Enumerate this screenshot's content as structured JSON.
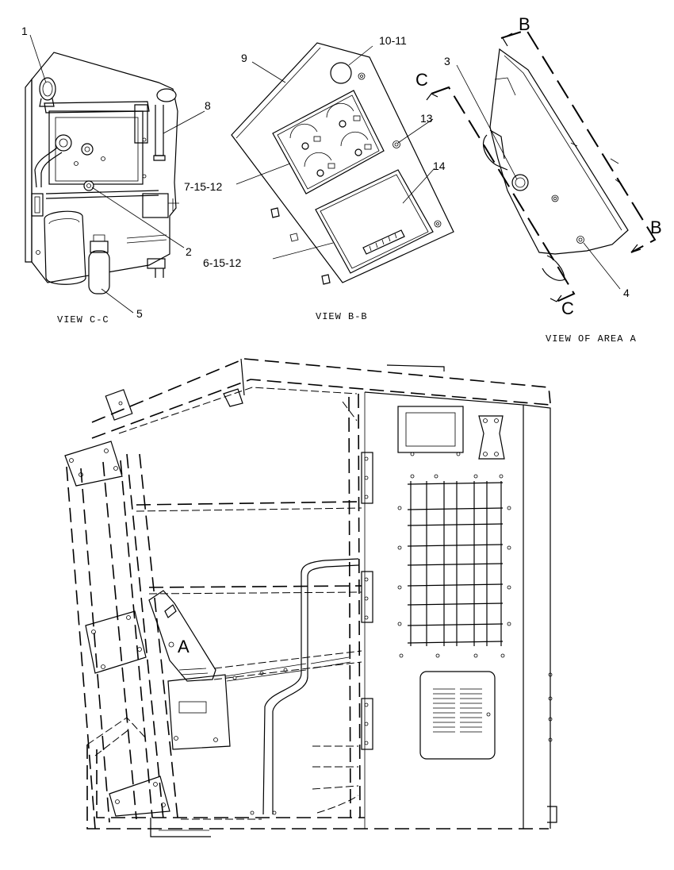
{
  "views": {
    "view_cc": "VIEW C-C",
    "view_bb": "VIEW B-B",
    "view_area_a": "VIEW OF AREA A"
  },
  "callouts": {
    "c1": "1",
    "c2": "2",
    "c3": "3",
    "c4": "4",
    "c5": "5",
    "c6": "6-15-12",
    "c7": "7-15-12",
    "c8": "8",
    "c9": "9",
    "c10": "10-11",
    "c13": "13",
    "c14": "14"
  },
  "section_markers": {
    "b_top": "B",
    "b_bottom": "B",
    "c_top": "C",
    "c_bottom": "C",
    "area_a": "A"
  }
}
